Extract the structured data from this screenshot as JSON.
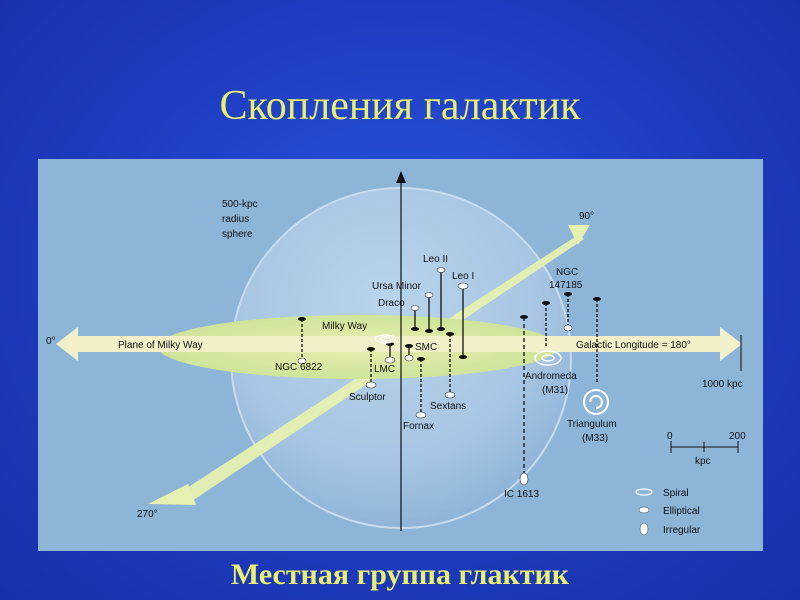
{
  "slide": {
    "title": "Скопления галактик",
    "caption": "Местная группа глактик"
  },
  "diagram": {
    "sphere_label": [
      "500-kpc",
      "radius",
      "sphere"
    ],
    "angles": {
      "a0": "0°",
      "a90": "90°",
      "a270": "270°"
    },
    "plane_label": "Plane of Milky Way",
    "longitude_label": "Galactic Longitude = 180°",
    "distance_label": "1000 kpc",
    "galaxies": {
      "milky_way": "Milky Way",
      "ngc6822": "NGC 6822",
      "lmc": "LMC",
      "smc": "SMC",
      "sculptor": "Sculptor",
      "fornax": "Fornax",
      "sextans": "Sextans",
      "draco": "Draco",
      "ursa_minor": "Ursa Minor",
      "leo_ii": "Leo II",
      "leo_i": "Leo I",
      "ngc147185": [
        "NGC",
        "147185"
      ],
      "andromeda": [
        "Andromeda",
        "(M31)"
      ],
      "triangulum": [
        "Triangulum",
        "(M33)"
      ],
      "ic1613": "IC 1613"
    },
    "scale": {
      "min": "0",
      "max": "200",
      "unit": "kpc"
    },
    "legend": {
      "spiral": "Spiral",
      "elliptical": "Elliptical",
      "irregular": "Irregular"
    }
  }
}
